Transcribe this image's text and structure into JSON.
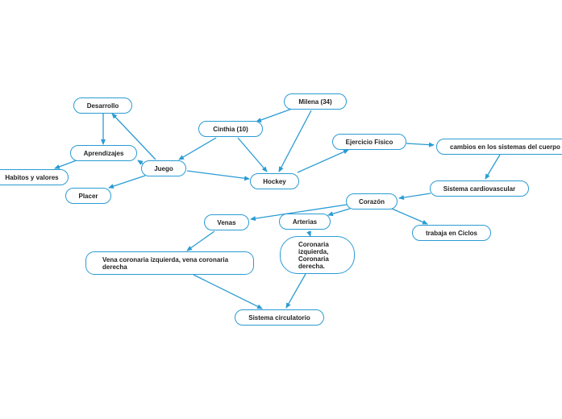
{
  "nodes": {
    "desarrollo": "Desarrollo",
    "milena": "Milena (34)",
    "cinthia": "Cinthia (10)",
    "aprendizajes": "Aprendizajes",
    "juego": "Juego",
    "habitos": "Habitos y valores",
    "placer": "Placer",
    "hockey": "Hockey",
    "ejercicio": "Ejercicio Físico",
    "cambios": "cambios en los sistemas del cuerpo",
    "cardio": "Sistema cardiovascular",
    "corazon": "Corazón",
    "venas": "Venas",
    "arterias": "Arterias",
    "trabaja": "trabaja en Ciclos",
    "vena_coronaria": "Vena coronaria izquierda, vena coronaria derecha",
    "coronaria": "Coronaria izquierda, Coronaria derecha.",
    "circulatorio": "Sistema circulatorio"
  },
  "colors": {
    "line": "#2b9bd3",
    "border": "#2b9bd3"
  }
}
